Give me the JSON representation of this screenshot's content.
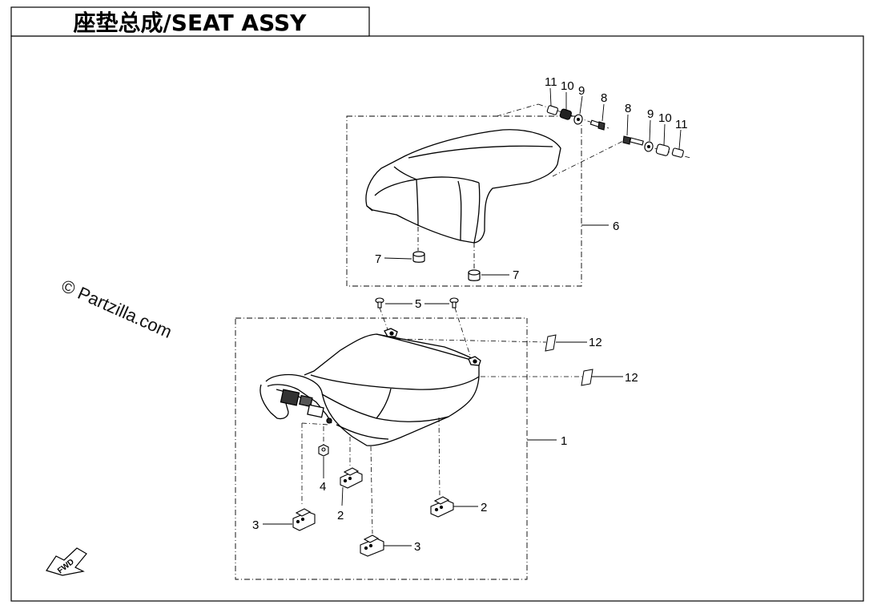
{
  "title": "座垫总成/SEAT ASSY",
  "watermark": "© Partzilla.com",
  "fwd_label": "FWD",
  "callouts": {
    "c1": "1",
    "c2a": "2",
    "c2b": "2",
    "c3a": "3",
    "c3b": "3",
    "c4": "4",
    "c5": "5",
    "c6": "6",
    "c7a": "7",
    "c7b": "7",
    "c8a": "8",
    "c8b": "8",
    "c9a": "9",
    "c9b": "9",
    "c10a": "10",
    "c10b": "10",
    "c11a": "11",
    "c11b": "11",
    "c12a": "12",
    "c12b": "12"
  }
}
